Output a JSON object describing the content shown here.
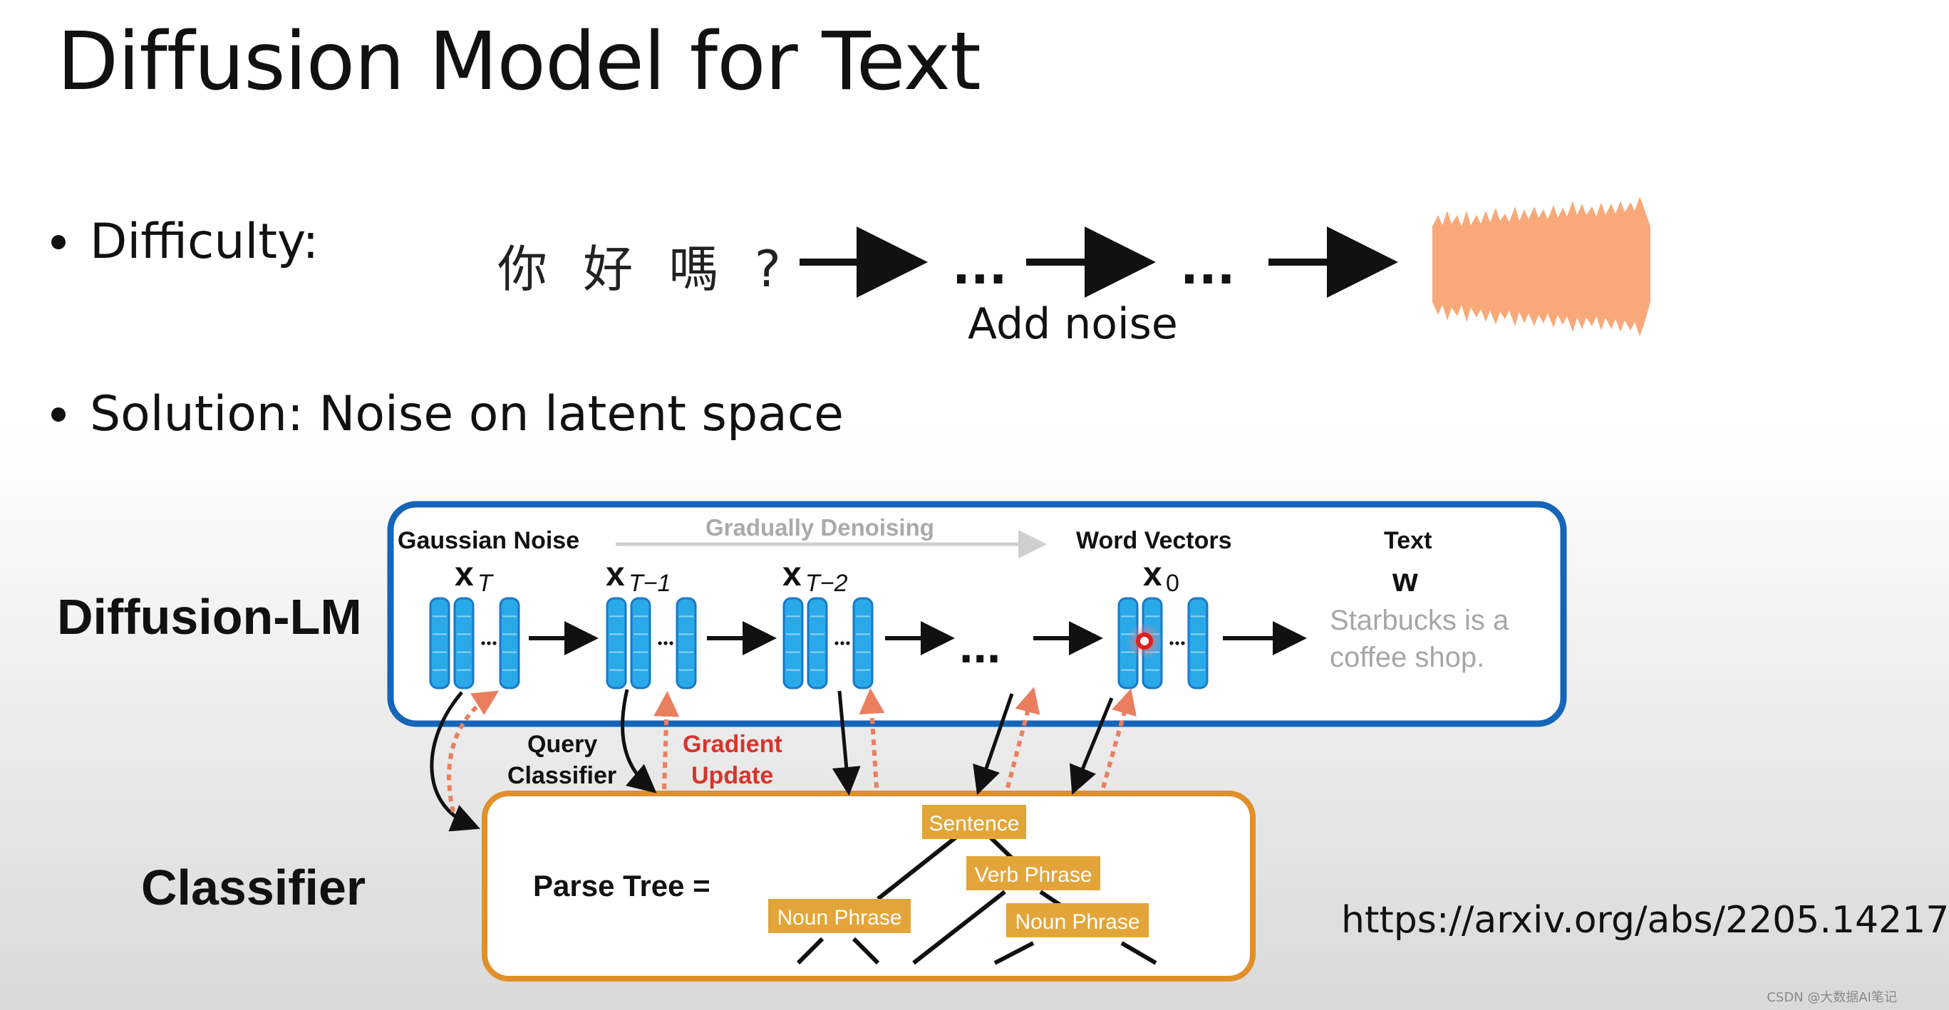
{
  "slide": {
    "title": "Diffusion Model for Text",
    "difficulty_label": "Difficulty:",
    "chinese_text": "你 好 嗎 ?",
    "ellipsis": "...",
    "add_noise": "Add noise",
    "solution_label": "Solution: Noise on latent space",
    "url": "https://arxiv.org/abs/2205.14217",
    "watermark": "CSDN @大数据AI笔记"
  },
  "diagram": {
    "diffusion_lm_label": "Diffusion-LM",
    "classifier_label": "Classifier",
    "gaussian_noise": "Gaussian Noise",
    "gradually_denoising": "Gradually Denoising",
    "word_vectors": "Word Vectors",
    "text_header": "Text",
    "x_main": "x",
    "sub_T": "T",
    "sub_T1": "T−1",
    "sub_T2": "T−2",
    "sub_0": "0",
    "w_label": "w",
    "dots": "...",
    "output_line1": "Starbucks is a",
    "output_line2": "coffee shop.",
    "query_line1": "Query",
    "query_line2": "Classifier",
    "gradient_line1": "Gradient",
    "gradient_line2": "Update",
    "parse_tree": "Parse Tree =",
    "node_sentence": "Sentence",
    "node_verb_phrase": "Verb Phrase",
    "node_noun_phrase_1": "Noun Phrase",
    "node_noun_phrase_2": "Noun Phrase"
  },
  "colors": {
    "blue_frame": "#1565b8",
    "orange_frame": "#e08f2a",
    "node_fill": "#e3a53a",
    "noise_fill": "#f9a979",
    "gradient_text": "#d5352e",
    "dashed_arrow": "#ea7f5f",
    "vector_fill": "#2aa9e8",
    "vector_stroke": "#1a78c9"
  }
}
